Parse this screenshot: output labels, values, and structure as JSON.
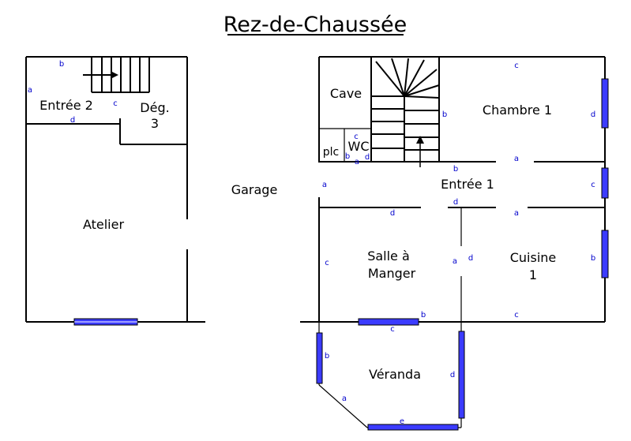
{
  "title": "Rez-de-Chaussée",
  "rooms": {
    "entree2": "Entrée 2",
    "deg_line1": "Dég.",
    "deg_line2": "3",
    "atelier": "Atelier",
    "garage": "Garage",
    "cave": "Cave",
    "plc": "plc",
    "wc": "WC",
    "chambre1": "Chambre 1",
    "entree1": "Entrée 1",
    "salle_line1": "Salle à",
    "salle_line2": "Manger",
    "cuisine_line1": "Cuisine",
    "cuisine_line2": "1",
    "veranda": "Véranda"
  },
  "wall_tags": {
    "e2_b": "b",
    "e2_a": "a",
    "e2_c": "c",
    "e2_d": "d",
    "wc_c": "c",
    "plc_b": "b",
    "wc_a": "a",
    "wc_d": "d",
    "ch_c": "c",
    "ch_b": "b",
    "ch_d": "d",
    "ch_a": "a",
    "en_b": "b",
    "en_a_left": "a",
    "en_c": "c",
    "en_d_right": "d",
    "en_d": "d",
    "en_a": "a",
    "sm_c": "c",
    "sm_a": "a",
    "sm_b": "b",
    "cu_d": "d",
    "cu_b": "b",
    "cu_c": "c",
    "ve_c": "c",
    "ve_b": "b",
    "ve_d": "d",
    "ve_a": "a",
    "ve_e": "e"
  }
}
